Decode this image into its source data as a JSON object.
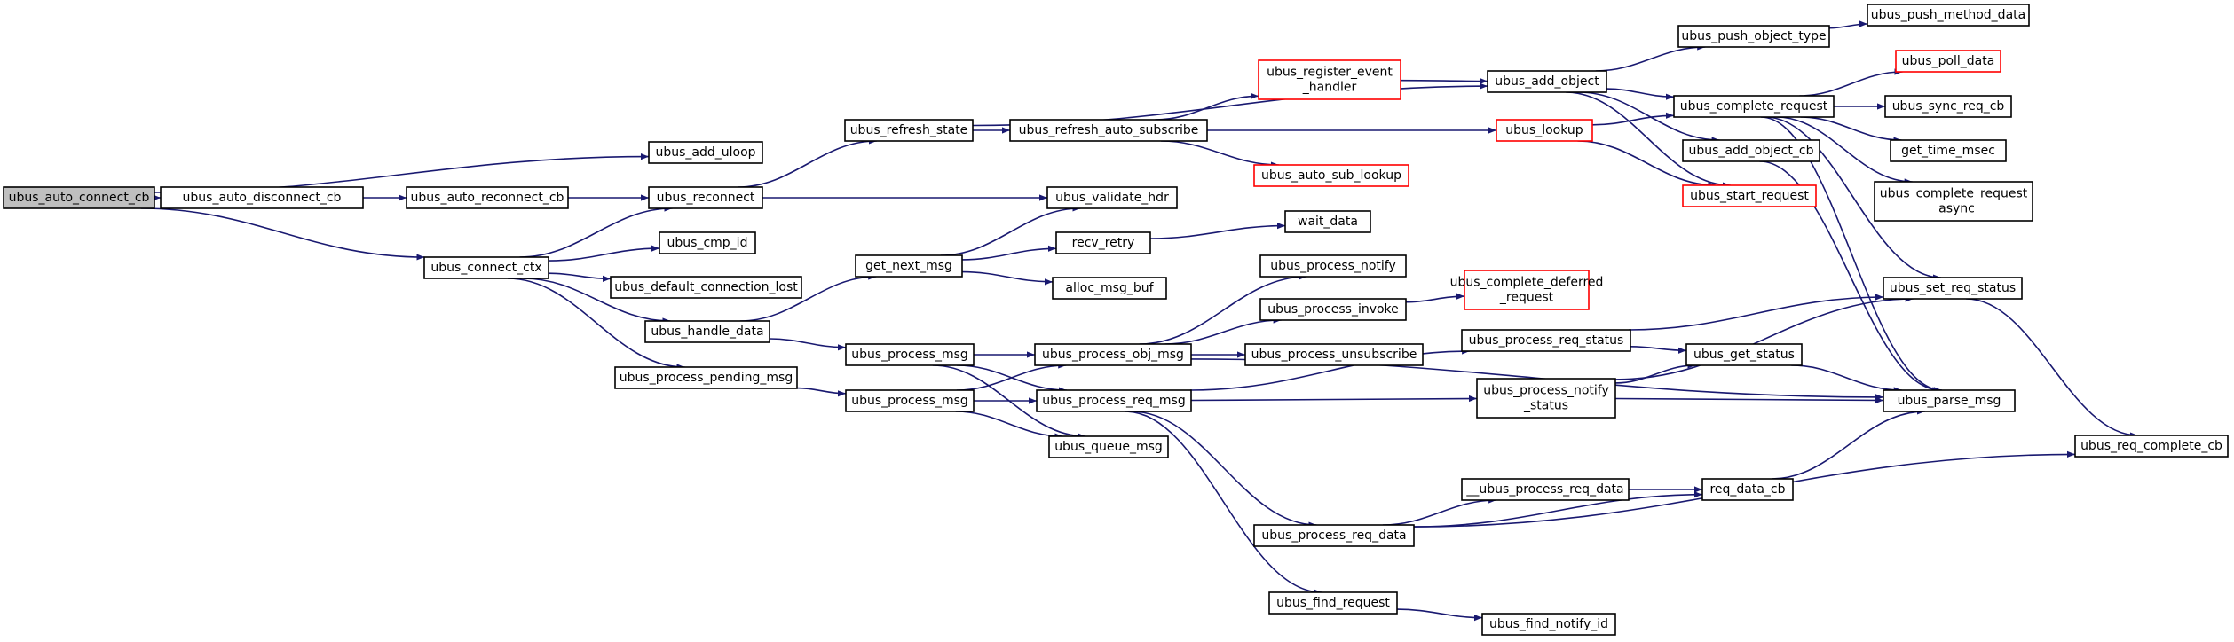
{
  "colors": {
    "edge": "#191970",
    "node_border": "#000000",
    "linked_border": "#ff0000",
    "root_fill": "#bfbfbf",
    "node_fill": "#ffffff"
  },
  "nodes": [
    {
      "id": "auto_connect_cb",
      "lines": [
        "ubus_auto_connect_cb"
      ],
      "style": "root"
    },
    {
      "id": "auto_disconnect_cb",
      "lines": [
        "ubus_auto_disconnect_cb"
      ],
      "style": "normal"
    },
    {
      "id": "auto_reconnect_cb",
      "lines": [
        "ubus_auto_reconnect_cb"
      ],
      "style": "normal"
    },
    {
      "id": "connect_ctx",
      "lines": [
        "ubus_connect_ctx"
      ],
      "style": "normal"
    },
    {
      "id": "add_uloop",
      "lines": [
        "ubus_add_uloop"
      ],
      "style": "normal"
    },
    {
      "id": "reconnect",
      "lines": [
        "ubus_reconnect"
      ],
      "style": "normal"
    },
    {
      "id": "cmp_id",
      "lines": [
        "ubus_cmp_id"
      ],
      "style": "normal"
    },
    {
      "id": "default_connection_lost",
      "lines": [
        "ubus_default_connection_lost"
      ],
      "style": "normal"
    },
    {
      "id": "handle_data",
      "lines": [
        "ubus_handle_data"
      ],
      "style": "normal"
    },
    {
      "id": "process_pending_msg",
      "lines": [
        "ubus_process_pending_msg"
      ],
      "style": "normal"
    },
    {
      "id": "refresh_state",
      "lines": [
        "ubus_refresh_state"
      ],
      "style": "normal"
    },
    {
      "id": "get_next_msg",
      "lines": [
        "get_next_msg"
      ],
      "style": "normal"
    },
    {
      "id": "process_msg_1",
      "lines": [
        "ubus_process_msg"
      ],
      "style": "normal"
    },
    {
      "id": "process_msg_2",
      "lines": [
        "ubus_process_msg"
      ],
      "style": "normal"
    },
    {
      "id": "refresh_auto_subscribe",
      "lines": [
        "ubus_refresh_auto_subscribe"
      ],
      "style": "normal"
    },
    {
      "id": "validate_hdr",
      "lines": [
        "ubus_validate_hdr"
      ],
      "style": "normal"
    },
    {
      "id": "recv_retry",
      "lines": [
        "recv_retry"
      ],
      "style": "normal"
    },
    {
      "id": "alloc_msg_buf",
      "lines": [
        "alloc_msg_buf"
      ],
      "style": "normal"
    },
    {
      "id": "process_obj_msg",
      "lines": [
        "ubus_process_obj_msg"
      ],
      "style": "normal"
    },
    {
      "id": "process_req_msg",
      "lines": [
        "ubus_process_req_msg"
      ],
      "style": "normal"
    },
    {
      "id": "queue_msg",
      "lines": [
        "ubus_queue_msg"
      ],
      "style": "normal"
    },
    {
      "id": "register_event_handler",
      "lines": [
        "ubus_register_event",
        "_handler"
      ],
      "style": "linked"
    },
    {
      "id": "auto_sub_lookup",
      "lines": [
        "ubus_auto_sub_lookup"
      ],
      "style": "linked"
    },
    {
      "id": "wait_data",
      "lines": [
        "wait_data"
      ],
      "style": "normal"
    },
    {
      "id": "process_notify",
      "lines": [
        "ubus_process_notify"
      ],
      "style": "normal"
    },
    {
      "id": "process_invoke",
      "lines": [
        "ubus_process_invoke"
      ],
      "style": "normal"
    },
    {
      "id": "process_unsubscribe",
      "lines": [
        "ubus_process_unsubscribe"
      ],
      "style": "normal"
    },
    {
      "id": "process_req_data",
      "lines": [
        "ubus_process_req_data"
      ],
      "style": "normal"
    },
    {
      "id": "find_request",
      "lines": [
        "ubus_find_request"
      ],
      "style": "normal"
    },
    {
      "id": "add_object",
      "lines": [
        "ubus_add_object"
      ],
      "style": "normal"
    },
    {
      "id": "lookup",
      "lines": [
        "ubus_lookup"
      ],
      "style": "linked"
    },
    {
      "id": "complete_deferred_request",
      "lines": [
        "ubus_complete_deferred",
        "_request"
      ],
      "style": "linked"
    },
    {
      "id": "process_req_status",
      "lines": [
        "ubus_process_req_status"
      ],
      "style": "normal"
    },
    {
      "id": "process_notify_status",
      "lines": [
        "ubus_process_notify",
        "_status"
      ],
      "style": "normal"
    },
    {
      "id": "__process_req_data",
      "lines": [
        "__ubus_process_req_data"
      ],
      "style": "normal"
    },
    {
      "id": "find_notify_id",
      "lines": [
        "ubus_find_notify_id"
      ],
      "style": "normal"
    },
    {
      "id": "push_object_type",
      "lines": [
        "ubus_push_object_type"
      ],
      "style": "normal"
    },
    {
      "id": "complete_request",
      "lines": [
        "ubus_complete_request"
      ],
      "style": "normal"
    },
    {
      "id": "add_object_cb",
      "lines": [
        "ubus_add_object_cb"
      ],
      "style": "normal"
    },
    {
      "id": "start_request",
      "lines": [
        "ubus_start_request"
      ],
      "style": "linked"
    },
    {
      "id": "get_status",
      "lines": [
        "ubus_get_status"
      ],
      "style": "normal"
    },
    {
      "id": "req_data_cb",
      "lines": [
        "req_data_cb"
      ],
      "style": "normal"
    },
    {
      "id": "push_method_data",
      "lines": [
        "ubus_push_method_data"
      ],
      "style": "normal"
    },
    {
      "id": "poll_data",
      "lines": [
        "ubus_poll_data"
      ],
      "style": "linked"
    },
    {
      "id": "sync_req_cb",
      "lines": [
        "ubus_sync_req_cb"
      ],
      "style": "normal"
    },
    {
      "id": "get_time_msec",
      "lines": [
        "get_time_msec"
      ],
      "style": "normal"
    },
    {
      "id": "complete_request_async",
      "lines": [
        "ubus_complete_request",
        "_async"
      ],
      "style": "normal"
    },
    {
      "id": "set_req_status",
      "lines": [
        "ubus_set_req_status"
      ],
      "style": "normal"
    },
    {
      "id": "parse_msg",
      "lines": [
        "ubus_parse_msg"
      ],
      "style": "normal"
    },
    {
      "id": "req_complete_cb",
      "lines": [
        "ubus_req_complete_cb"
      ],
      "style": "normal"
    }
  ],
  "edges": [
    [
      "auto_connect_cb",
      "auto_disconnect_cb"
    ],
    [
      "auto_connect_cb",
      "add_uloop"
    ],
    [
      "auto_connect_cb",
      "connect_ctx"
    ],
    [
      "auto_disconnect_cb",
      "auto_reconnect_cb"
    ],
    [
      "auto_reconnect_cb",
      "reconnect"
    ],
    [
      "reconnect",
      "refresh_state"
    ],
    [
      "reconnect",
      "validate_hdr"
    ],
    [
      "connect_ctx",
      "reconnect"
    ],
    [
      "connect_ctx",
      "cmp_id"
    ],
    [
      "connect_ctx",
      "default_connection_lost"
    ],
    [
      "connect_ctx",
      "handle_data"
    ],
    [
      "connect_ctx",
      "process_pending_msg"
    ],
    [
      "handle_data",
      "get_next_msg"
    ],
    [
      "handle_data",
      "process_msg_1"
    ],
    [
      "process_pending_msg",
      "process_msg_2"
    ],
    [
      "get_next_msg",
      "validate_hdr"
    ],
    [
      "get_next_msg",
      "recv_retry"
    ],
    [
      "get_next_msg",
      "alloc_msg_buf"
    ],
    [
      "recv_retry",
      "wait_data"
    ],
    [
      "refresh_state",
      "add_object"
    ],
    [
      "refresh_state",
      "refresh_auto_subscribe"
    ],
    [
      "refresh_auto_subscribe",
      "register_event_handler"
    ],
    [
      "refresh_auto_subscribe",
      "lookup"
    ],
    [
      "refresh_auto_subscribe",
      "auto_sub_lookup"
    ],
    [
      "register_event_handler",
      "add_object"
    ],
    [
      "process_msg_1",
      "process_obj_msg"
    ],
    [
      "process_msg_1",
      "process_req_msg"
    ],
    [
      "process_msg_1",
      "queue_msg"
    ],
    [
      "process_msg_2",
      "process_obj_msg"
    ],
    [
      "process_msg_2",
      "process_req_msg"
    ],
    [
      "process_msg_2",
      "queue_msg"
    ],
    [
      "process_obj_msg",
      "process_notify"
    ],
    [
      "process_obj_msg",
      "process_invoke"
    ],
    [
      "process_obj_msg",
      "process_unsubscribe"
    ],
    [
      "process_obj_msg",
      "parse_msg"
    ],
    [
      "process_invoke",
      "complete_deferred_request"
    ],
    [
      "process_req_msg",
      "process_req_status"
    ],
    [
      "process_req_msg",
      "process_notify_status"
    ],
    [
      "process_req_msg",
      "process_req_data"
    ],
    [
      "process_req_msg",
      "find_request"
    ],
    [
      "process_req_data",
      "__process_req_data"
    ],
    [
      "process_req_data",
      "req_data_cb"
    ],
    [
      "process_req_data",
      "req_complete_cb"
    ],
    [
      "__process_req_data",
      "req_data_cb"
    ],
    [
      "find_request",
      "find_notify_id"
    ],
    [
      "process_req_status",
      "set_req_status"
    ],
    [
      "process_req_status",
      "get_status"
    ],
    [
      "process_notify_status",
      "set_req_status"
    ],
    [
      "process_notify_status",
      "get_status"
    ],
    [
      "process_notify_status",
      "parse_msg"
    ],
    [
      "get_status",
      "parse_msg"
    ],
    [
      "req_data_cb",
      "parse_msg"
    ],
    [
      "add_object",
      "push_object_type"
    ],
    [
      "add_object",
      "complete_request"
    ],
    [
      "add_object",
      "add_object_cb"
    ],
    [
      "add_object",
      "start_request"
    ],
    [
      "lookup",
      "complete_request"
    ],
    [
      "lookup",
      "start_request"
    ],
    [
      "push_object_type",
      "push_method_data"
    ],
    [
      "complete_request",
      "poll_data"
    ],
    [
      "complete_request",
      "sync_req_cb"
    ],
    [
      "complete_request",
      "get_time_msec"
    ],
    [
      "complete_request",
      "complete_request_async"
    ],
    [
      "complete_request",
      "set_req_status"
    ],
    [
      "complete_request",
      "parse_msg"
    ],
    [
      "add_object_cb",
      "parse_msg"
    ],
    [
      "set_req_status",
      "req_complete_cb"
    ]
  ]
}
